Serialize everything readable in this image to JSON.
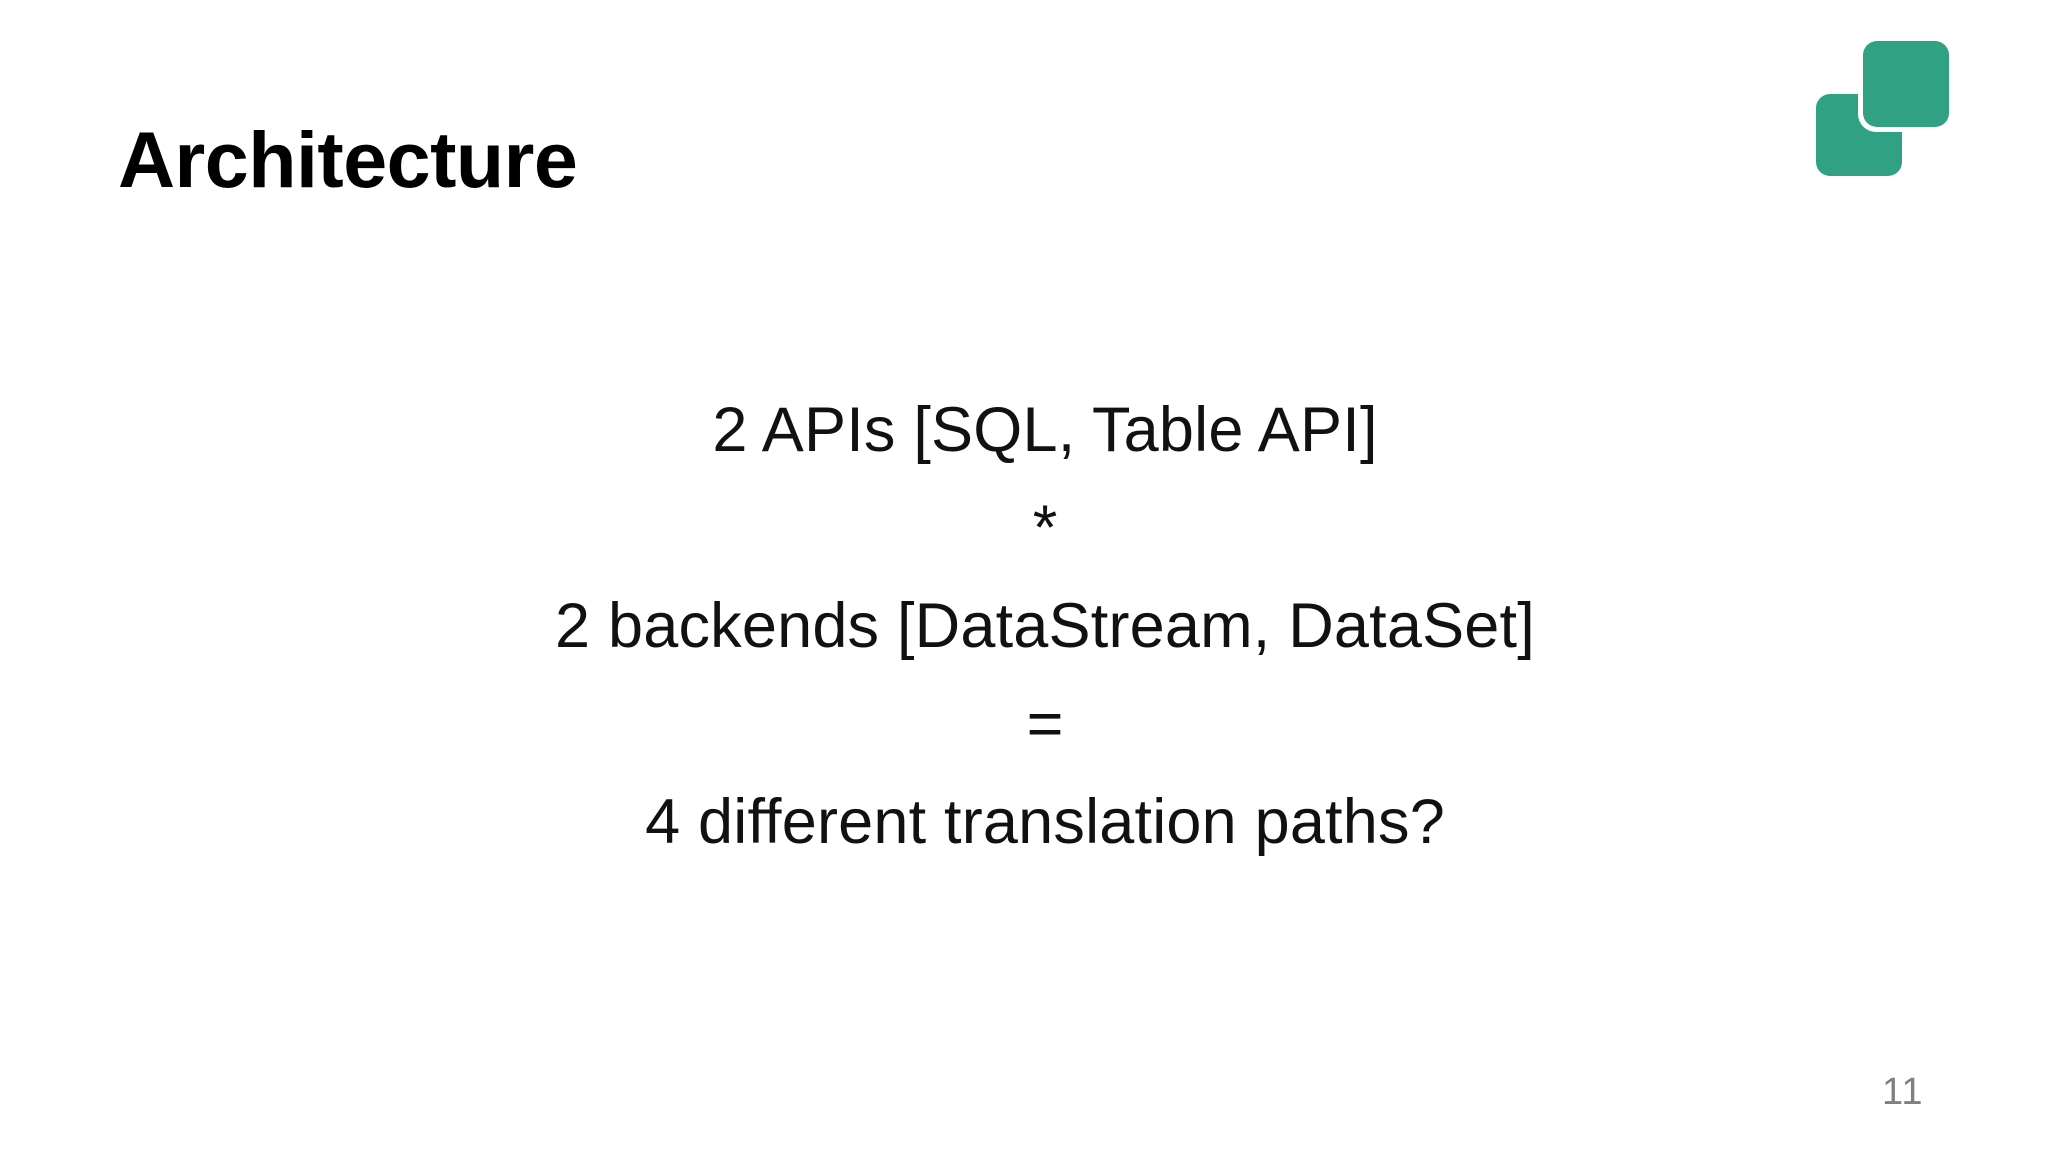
{
  "slide": {
    "title": "Architecture",
    "page_number": "11",
    "background_color": "#ffffff",
    "title_color": "#000000",
    "body_color": "#111111",
    "page_number_color": "#808080"
  },
  "logo": {
    "name": "two-overlapping-rounded-squares",
    "accent_color": "#30a183"
  },
  "body": {
    "lines": [
      {
        "id": "line-1",
        "text": "2 APIs [SQL, Table API]",
        "kind": "text"
      },
      {
        "id": "line-2",
        "text": "*",
        "kind": "operator"
      },
      {
        "id": "line-3",
        "text": "2 backends [DataStream, DataSet]",
        "kind": "text"
      },
      {
        "id": "line-4",
        "text": "=",
        "kind": "operator"
      },
      {
        "id": "line-5",
        "text": "4 different translation paths?",
        "kind": "text"
      }
    ]
  }
}
